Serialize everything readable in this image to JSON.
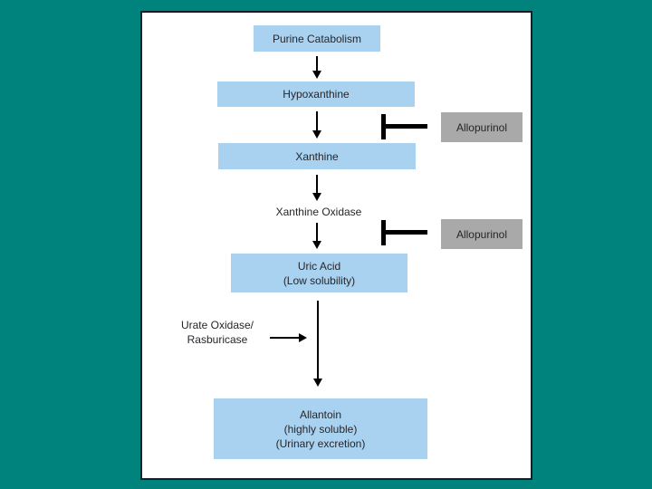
{
  "slide": {
    "colors": {
      "background_teal": "#00827d",
      "panel_white": "#ffffff",
      "panel_border": "#1c1c26",
      "node_blue": "#a9d2f0",
      "inhibitor_gray": "#a9a9a9",
      "text": "#26262b",
      "arrow_black": "#000000"
    },
    "diagram": {
      "nodes": {
        "purine_catabolism": {
          "label": "Purine Catabolism"
        },
        "hypoxanthine": {
          "label": "Hypoxanthine"
        },
        "xanthine": {
          "label": "Xanthine"
        },
        "xanthine_oxidase": {
          "label": "Xanthine Oxidase"
        },
        "uric_acid": {
          "line1": "Uric Acid",
          "line2": "(Low solubility)"
        },
        "allantoin": {
          "line1": "Allantoin",
          "line2": "(highly soluble)",
          "line3": "(Urinary excretion)"
        },
        "allopurinol_upper": {
          "label": "Allopurinol"
        },
        "allopurinol_lower": {
          "label": "Allopurinol"
        },
        "urate_oxidase": {
          "line1": "Urate Oxidase/",
          "line2": "Rasburicase"
        }
      }
    }
  }
}
